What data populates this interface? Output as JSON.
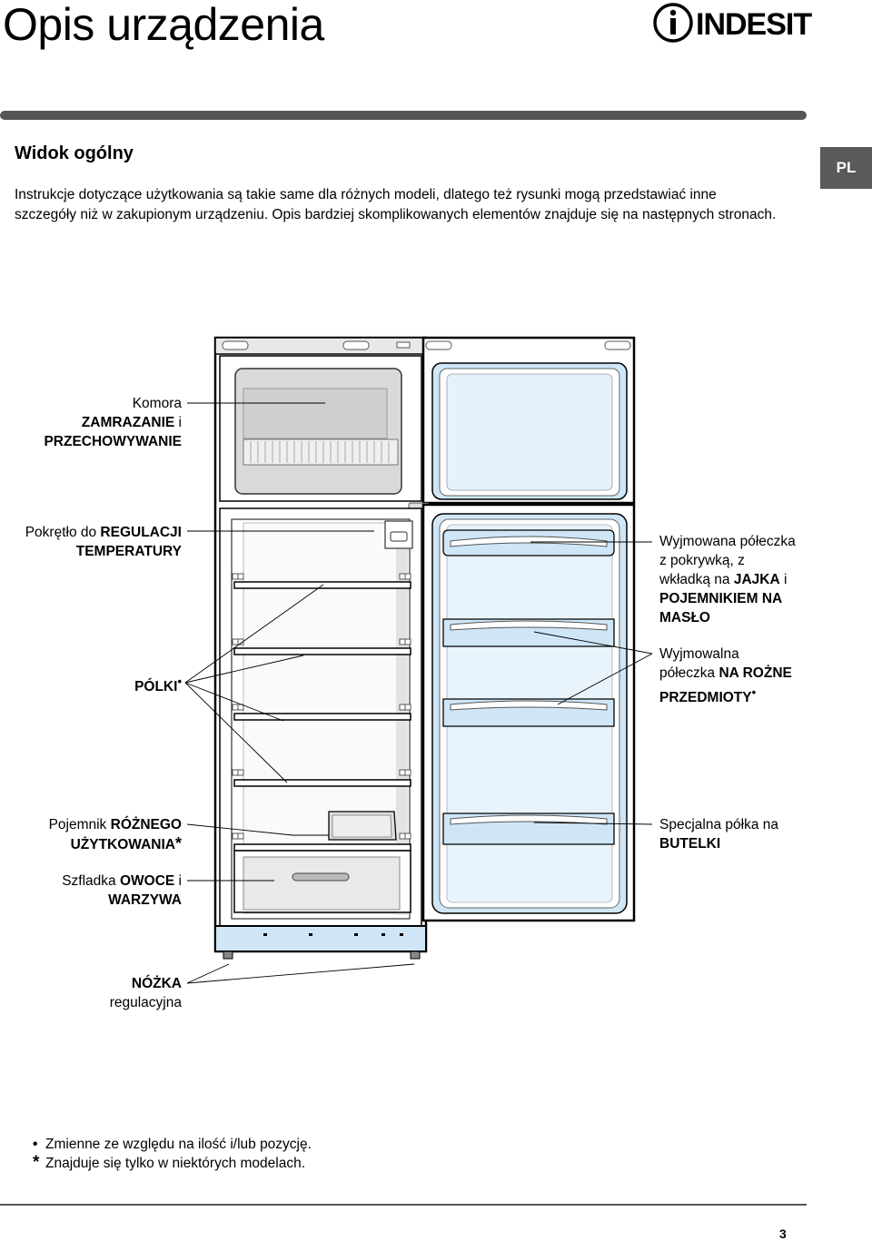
{
  "header": {
    "title": "Opis urządzenia",
    "brand": "INDESIT",
    "lang_tab": "PL"
  },
  "section": {
    "heading": "Widok ogólny",
    "intro": "Instrukcje dotyczące użytkowania są takie same dla różnych modeli, dlatego też rysunki mogą przedstawiać inne szczegóły niż w zakupionym urządzeniu. Opis bardziej skomplikowanych elementów znajduje się na następnych stronach."
  },
  "labels": {
    "freezer": {
      "l1": "Komora",
      "l2": "ZAMRAZANIE",
      "l2b": " i",
      "l3": "PRZECHOWYWANIE"
    },
    "thermostat": {
      "l1a": "Pokrętło do ",
      "l1b": "REGULACJI",
      "l2": "TEMPERATURY"
    },
    "shelves": {
      "text": "PÓLKI",
      "mark": "•"
    },
    "egg_shelf": {
      "l1": "Wyjmowana półeczka",
      "l2": "z pokrywką, z",
      "l3a": "wkładką na ",
      "l3b": "JAJKA",
      "l3c": " i",
      "l4": "POJEMNIKIEM NA",
      "l5": "MASŁO"
    },
    "misc_shelf": {
      "l1": "Wyjmowalna",
      "l2a": "półeczka ",
      "l2b": "NA ROŻNE",
      "l3": "PRZEDMIOTY",
      "mark": "•"
    },
    "container": {
      "l1a": "Pojemnik ",
      "l1b": "RÓŻNEGO",
      "l2": "UŻYTKOWANIA",
      "mark": "*"
    },
    "bottle_shelf": {
      "l1": "Specjalna półka na",
      "l2": "BUTELKI"
    },
    "crisper": {
      "l1a": "Szfladka ",
      "l1b": "OWOCE",
      "l1c": " i",
      "l2": "WARZYWA"
    },
    "foot": {
      "l1": "NÓŻKA",
      "l2": "regulacyjna"
    }
  },
  "footnotes": [
    {
      "mark": "•",
      "text": "Zmienne ze względu na ilość i/lub pozycję."
    },
    {
      "mark": "*",
      "text": "Znajduje się tylko w niektórych modelach."
    }
  ],
  "page_number": "3",
  "colors": {
    "accent_gray": "#5a5a5a",
    "door_blue": "#cfe6f7"
  }
}
